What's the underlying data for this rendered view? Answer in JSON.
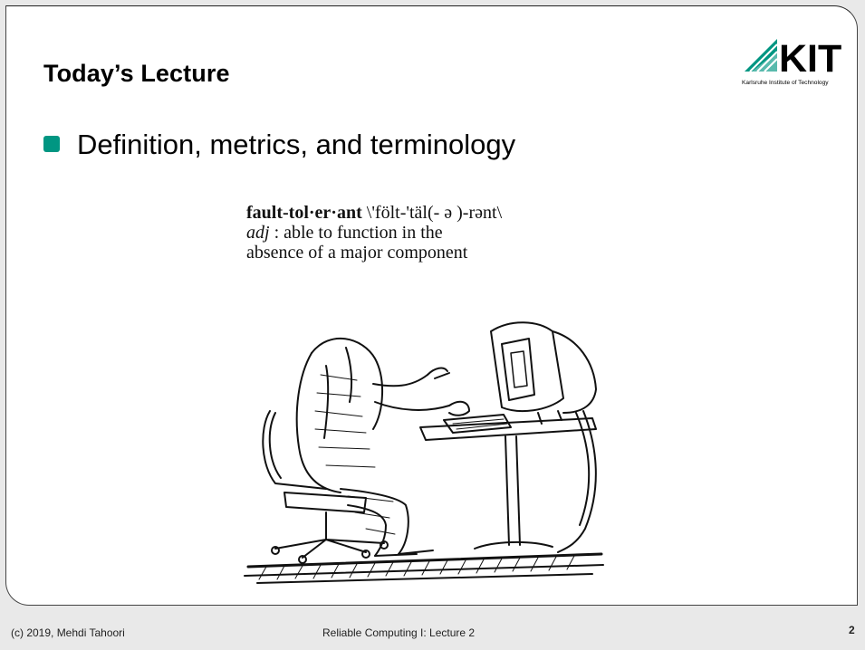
{
  "slide": {
    "title": "Today’s Lecture",
    "bullet": "Definition, metrics, and terminology",
    "logo": {
      "wordmark": "KIT",
      "subtitle": "Karlsruhe Institute of Technology",
      "brand_color": "#009682"
    },
    "definition": {
      "headword": "fault-tol·er·ant",
      "pronunciation": "\\'fölt-'täl(- ə )-rənt\\",
      "pos": "adj",
      "line1": " : able to function in the",
      "line2": "absence of a major component"
    },
    "illustration": "cartoon-headless-person-at-computer"
  },
  "footer": {
    "copyright": "(c) 2019, Mehdi Tahoori",
    "course": "Reliable Computing I: Lecture 2",
    "page": "2"
  }
}
